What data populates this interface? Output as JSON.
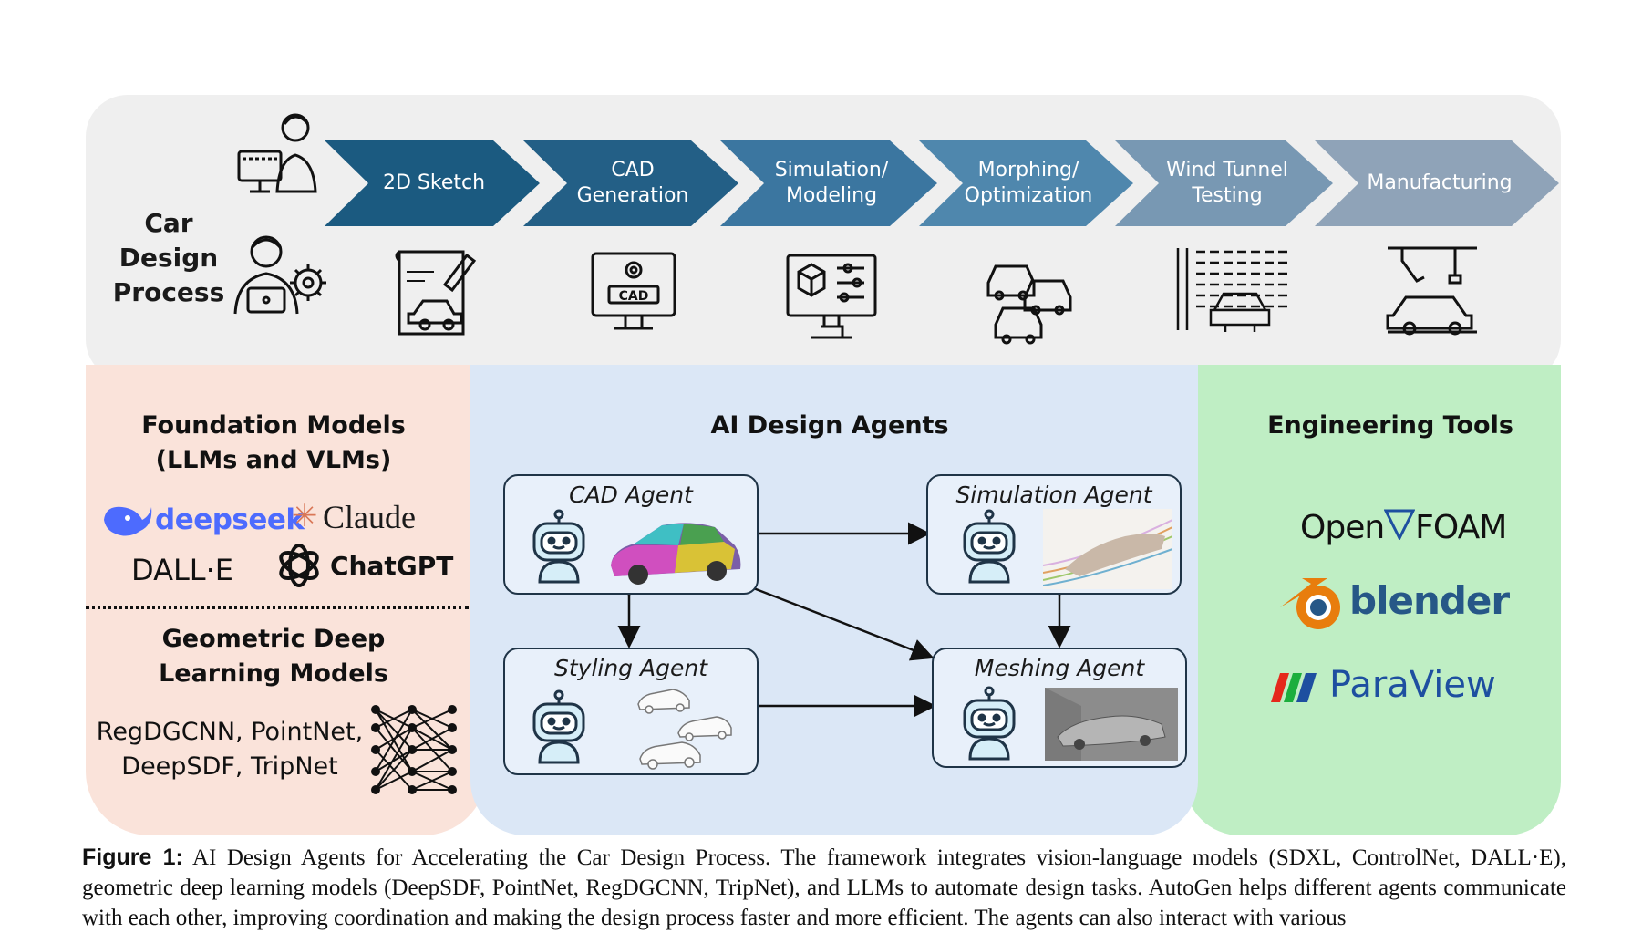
{
  "process": {
    "label_line1": "Car Design",
    "label_line2": "Process",
    "stages": [
      {
        "line1": "2D Sketch",
        "line2": "",
        "color": "#1b5a80",
        "icon": "sketch-car-icon"
      },
      {
        "line1": "CAD",
        "line2": "Generation",
        "color": "#235f86",
        "icon": "cad-monitor-icon"
      },
      {
        "line1": "Simulation/",
        "line2": "Modeling",
        "color": "#3b76a0",
        "icon": "simulation-monitor-icon"
      },
      {
        "line1": "Morphing/",
        "line2": "Optimization",
        "color": "#4f87ad",
        "icon": "car-variants-icon"
      },
      {
        "line1": "Wind Tunnel",
        "line2": "Testing",
        "color": "#7898b3",
        "icon": "wind-tunnel-icon"
      },
      {
        "line1": "Manufacturing",
        "line2": "",
        "color": "#8fa3b8",
        "icon": "robot-arm-car-icon"
      }
    ]
  },
  "foundation": {
    "title_line1": "Foundation Models",
    "title_line2": "(LLMs and VLMs)",
    "logos": {
      "deepseek": "deepseek",
      "claude": "Claude",
      "dalle": "DALL·E",
      "chatgpt": "ChatGPT"
    },
    "geo_title_line1": "Geometric Deep",
    "geo_title_line2": "Learning Models",
    "geo_models_line1": "RegDGCNN, PointNet,",
    "geo_models_line2": "DeepSDF, TripNet"
  },
  "agents": {
    "title": "AI Design Agents",
    "cad": "CAD  Agent",
    "simulation": "Simulation Agent",
    "styling": "Styling Agent",
    "meshing": "Meshing Agent"
  },
  "tools": {
    "title": "Engineering Tools",
    "openfoam_a": "Open",
    "openfoam_b": "FOAM",
    "blender": "blender",
    "paraview": "ParaView"
  },
  "caption": {
    "label": "Figure 1:",
    "text": "AI Design Agents for Accelerating the Car Design Process.  The framework integrates vision-language models (SDXL, ControlNet, DALL·E), geometric deep learning models (DeepSDF, PointNet, RegDGCNN, TripNet), and LLMs to automate design tasks.  AutoGen helps different agents communicate with each other, improving coordination and making the design process faster and more efficient.  The agents can also interact with various"
  },
  "colors": {
    "agent_border": "#1f3447",
    "deepseek": "#4d6bfe",
    "claude_star": "#d97757",
    "blender_orange": "#e87d0d",
    "blender_blue": "#265787",
    "paraview_blue": "#1e4fa0"
  }
}
